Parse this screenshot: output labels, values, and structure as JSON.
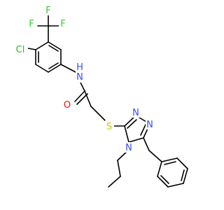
{
  "molecule": {
    "atom_labels": {
      "F1": "F",
      "F2": "F",
      "F3": "F",
      "Cl": "Cl",
      "NH_N": "N",
      "NH_H": "H",
      "O": "O",
      "S": "S",
      "N_a": "N",
      "N_b": "N",
      "N_c": "N"
    },
    "colors": {
      "bond": "#000000",
      "fluorine": "#33cc33",
      "chlorine": "#1fc01f",
      "nitrogen": "#3050f8",
      "oxygen": "#ff0d0d",
      "sulfur": "#c8c800"
    }
  }
}
